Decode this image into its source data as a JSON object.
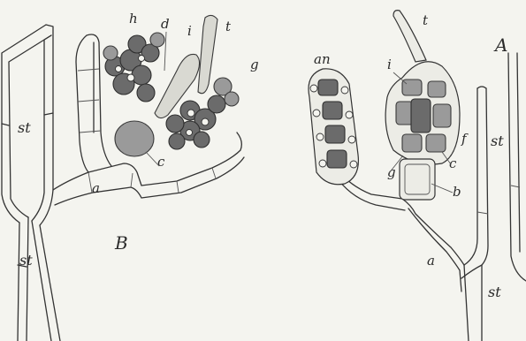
{
  "figure": {
    "labels": {
      "A": "A",
      "B": "B",
      "a_left": "a",
      "a_right": "a",
      "b": "b",
      "c_left": "c",
      "c_right": "c",
      "d": "d",
      "f": "f",
      "g_left": "g",
      "g_right": "g",
      "h": "h",
      "i_left": "i",
      "i_right": "i",
      "t_left": "t",
      "t_right": "t",
      "an": "an",
      "st_left_top": "st",
      "st_left_bottom": "st",
      "st_right_top": "st",
      "st_right_bottom": "st"
    }
  }
}
